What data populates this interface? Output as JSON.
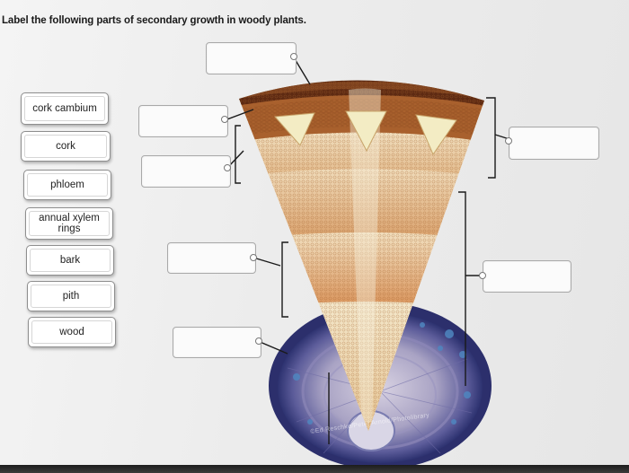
{
  "instruction": "Label the following parts of secondary growth in woody plants.",
  "terms": [
    {
      "label": "cork cambium"
    },
    {
      "label": "cork"
    },
    {
      "label": "phloem"
    },
    {
      "label": "annual xylem rings"
    },
    {
      "label": "bark"
    },
    {
      "label": "pith"
    },
    {
      "label": "wood"
    }
  ],
  "watermark": "©Ed Reschke/Peter Arnold/Photolibrary",
  "colors": {
    "background": "#ececec",
    "box_border": "#a9a9a9",
    "leader_line": "#1a1a1a"
  }
}
